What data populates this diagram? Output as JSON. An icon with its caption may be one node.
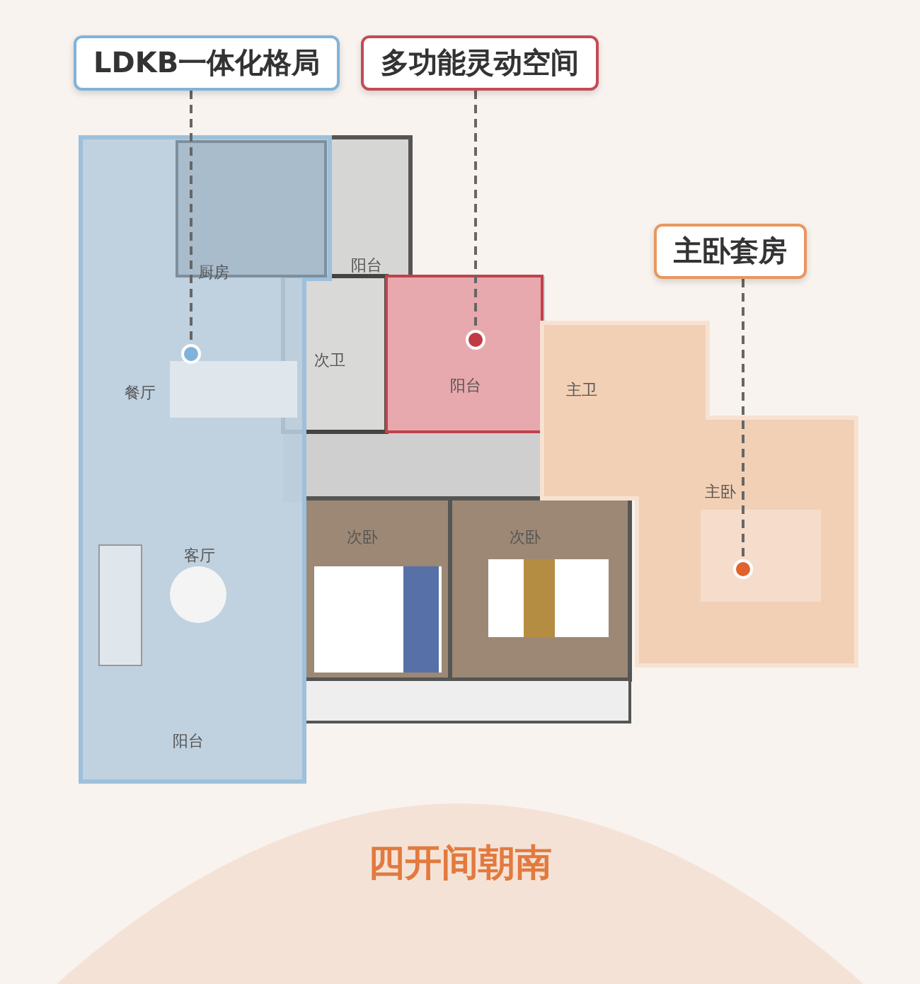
{
  "diagram": {
    "caption": "四开间朝南",
    "nodes": [
      {
        "text": [
          "LDKB一体化格局"
        ]
      },
      {
        "text": [
          "多功能灵动空间"
        ]
      },
      {
        "text": [
          "主卧套房"
        ]
      },
      {
        "text": [],
        "shape": "circle"
      },
      {
        "text": [],
        "shape": "circle"
      },
      {
        "text": [],
        "shape": "circle"
      }
    ],
    "edges": [
      {
        "from": 0,
        "to": 3,
        "arrow": "none",
        "style": "dashed"
      },
      {
        "from": 1,
        "to": 4,
        "arrow": "none",
        "style": "dashed"
      },
      {
        "from": 2,
        "to": 5,
        "arrow": "none",
        "style": "dashed"
      }
    ],
    "labels": [
      "厨房",
      "阳台",
      "次卫",
      "阳台",
      "餐厅",
      "主卫",
      "主卧",
      "客厅",
      "次卧",
      "次卧",
      "阳台"
    ]
  }
}
